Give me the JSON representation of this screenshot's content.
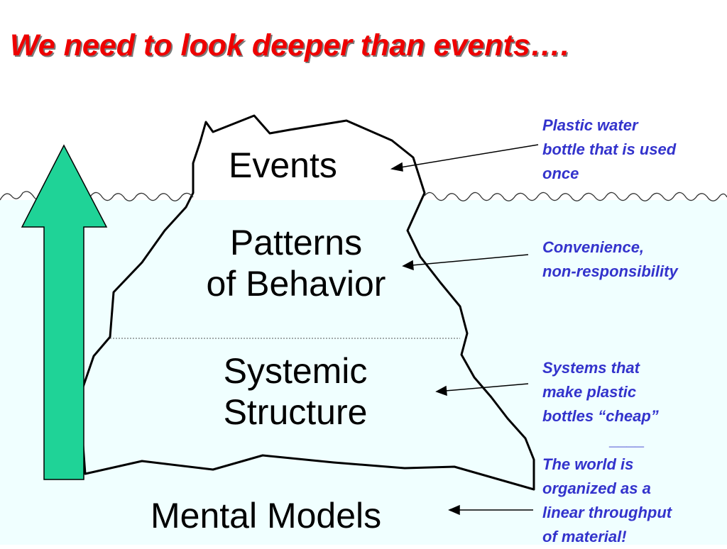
{
  "title": "We need to look deeper than events….",
  "layers": {
    "events": "Events",
    "patterns": [
      "Patterns",
      "of Behavior"
    ],
    "structure": [
      "Systemic",
      "Structure"
    ],
    "mental_models": "Mental Models"
  },
  "notes": {
    "events": [
      "Plastic water",
      "bottle that is used",
      "once"
    ],
    "patterns": [
      "Convenience,",
      "non-responsibility"
    ],
    "structure": [
      "Systems that",
      "make plastic",
      "bottles “cheap”"
    ],
    "separator": "____",
    "mental_models": [
      "The world is",
      "organized as a",
      "linear throughput",
      "of material!"
    ]
  },
  "colors": {
    "title": "#ee0000",
    "note_text": "#3333cc",
    "arrow_fill": "#1fd397",
    "water": "#f0ffff"
  },
  "icons": {
    "up_arrow": "up-arrow-icon"
  }
}
